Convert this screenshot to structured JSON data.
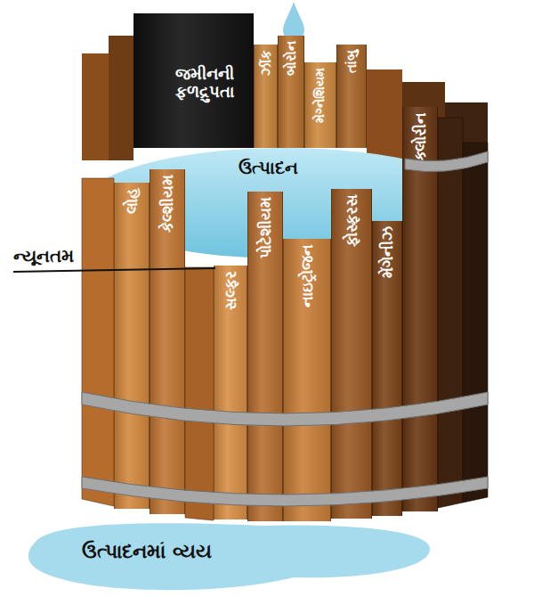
{
  "diagram": {
    "nodes": [
      {
        "text": [
          "જમીનની ફળદ્રુપતા"
        ]
      },
      {
        "text": [
          "ઝીંક"
        ]
      },
      {
        "text": [
          "બોરોન"
        ]
      },
      {
        "text": [
          "મેગ્નેશિયમ"
        ]
      },
      {
        "text": [
          "તાંબુ"
        ]
      },
      {
        "text": [
          "લોહ"
        ]
      },
      {
        "text": [
          "કેલ્શીયમ"
        ]
      },
      {
        "text": [
          "સલ્ફર"
        ]
      },
      {
        "text": [
          "પોટેશીયમ"
        ]
      },
      {
        "text": [
          "નાઇટ્રોજન"
        ]
      },
      {
        "text": [
          "ફોસ્ફરસ"
        ]
      },
      {
        "text": [
          "મેંગેનીઝ"
        ]
      },
      {
        "text": [
          "ક્લોરીન"
        ]
      }
    ],
    "labels": [
      "ઉત્પાદન",
      "ન્યૂનતમ",
      "ઉત્પાદનમાં વ્યય"
    ]
  }
}
